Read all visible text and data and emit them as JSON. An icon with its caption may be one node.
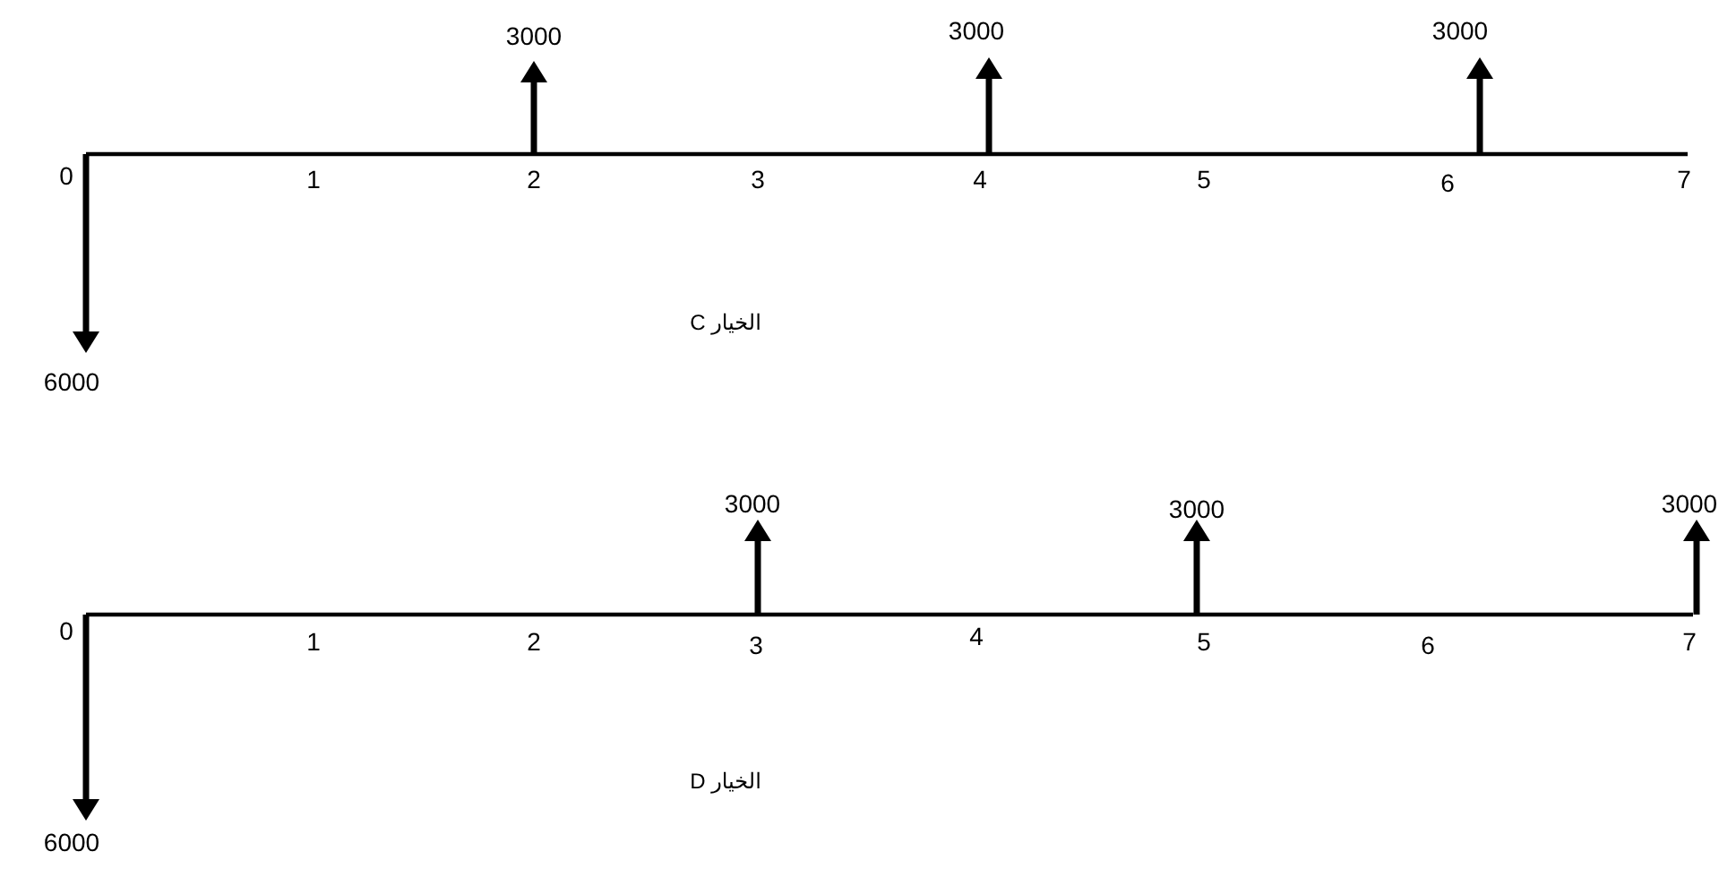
{
  "diagram": {
    "labels": [
      "3000",
      "3000",
      "3000",
      "0",
      "1",
      "2",
      "3",
      "4",
      "5",
      "6",
      "7",
      "الخيار C",
      "6000",
      "3000",
      "3000",
      "3000",
      "0",
      "1",
      "2",
      "3",
      "4",
      "5",
      "6",
      "7",
      "الخيار D",
      "6000"
    ]
  }
}
